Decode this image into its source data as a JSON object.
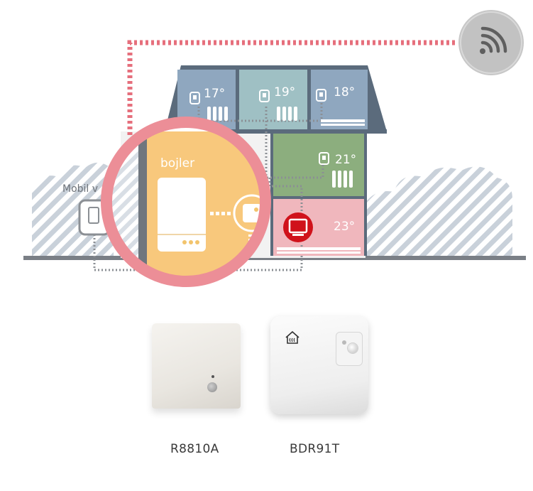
{
  "house": {
    "rooms": [
      {
        "id": "room-attic-left",
        "temp": "17°",
        "color": "#8fa7bf"
      },
      {
        "id": "room-attic-mid",
        "temp": "19°",
        "color": "#9fc0c4"
      },
      {
        "id": "room-attic-right",
        "temp": "18°",
        "color": "#8fa7bf"
      },
      {
        "id": "room-green",
        "temp": "21°",
        "color": "#8cae7e"
      },
      {
        "id": "room-pink",
        "temp": "23°",
        "color": "#f0b7bd"
      }
    ],
    "boiler_label": "bojler",
    "mobile_label": "Mobil v"
  },
  "colors": {
    "wire": "#e66f7c",
    "zoom_ring": "#ec8e97",
    "boiler_panel": "#f8c87c",
    "roof": "#5b6b7c",
    "hatch": "#c3ccd6",
    "router": "#c7c7c7"
  },
  "icons": {
    "router": "wifi-icon",
    "controller": "red-controller-icon"
  },
  "products": [
    {
      "name": "R8810A"
    },
    {
      "name": "BDR91T"
    }
  ]
}
